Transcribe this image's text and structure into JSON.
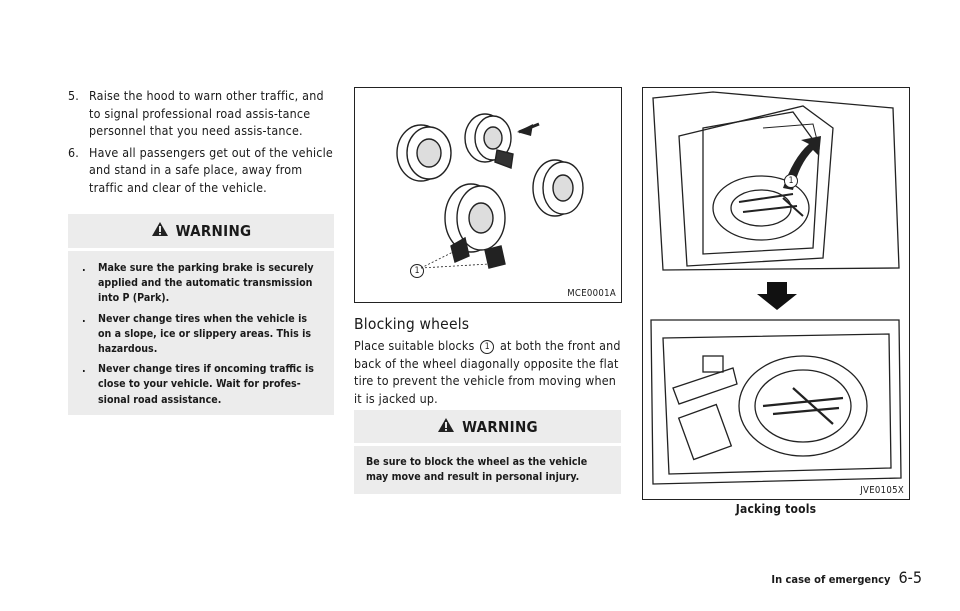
{
  "left_column": {
    "steps": [
      {
        "num": "5.",
        "text": "Raise the hood to warn other traffic, and to signal professional road assis-tance personnel that you need assis-tance."
      },
      {
        "num": "6.",
        "text": "Have all passengers get out of the vehicle and stand in a safe place, away from traffic and clear of the vehicle."
      }
    ],
    "warning": {
      "icon": "warning-triangle-icon",
      "title": "WARNING",
      "bullet_glyph": ".",
      "items": [
        "Make sure the parking brake is securely applied and the automatic transmission into P (Park).",
        "Never change tires when the vehicle is on a slope, ice or slippery areas. This is hazardous.",
        "Never change tires if oncoming traffic is close to your vehicle. Wait for profes-sional road assistance."
      ]
    }
  },
  "middle_column": {
    "figure": {
      "code": "MCE0001A",
      "callout": "1"
    },
    "heading": "Blocking wheels",
    "body_before": "Place suitable blocks",
    "body_callout": "1",
    "body_after": "at both the front and back of the wheel diagonally opposite the flat tire to prevent the vehicle from moving when it is jacked up.",
    "warning": {
      "icon": "warning-triangle-icon",
      "title": "WARNING",
      "text": "Be sure to block the wheel as the vehicle may move and result in personal injury."
    }
  },
  "right_column": {
    "figure": {
      "code": "JVE0105X",
      "callout": "1",
      "caption": "Jacking tools"
    }
  },
  "footer": {
    "section": "In case of emergency",
    "page": "6-5"
  }
}
